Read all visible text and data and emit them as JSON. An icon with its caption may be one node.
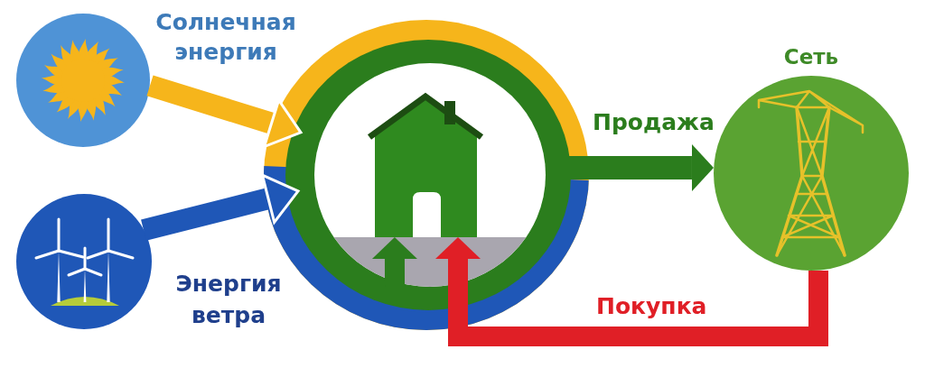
{
  "diagram": {
    "nodes": [
      {
        "text": [],
        "shape": "circle",
        "beside": [
          "Солнечная энергия"
        ]
      },
      {
        "text": [],
        "shape": "circle",
        "beside": [
          "Энергия ветра"
        ]
      },
      {
        "text": [],
        "shape": "ring"
      },
      {
        "text": [],
        "shape": "house",
        "in": 2
      },
      {
        "text": [
          "Сеть"
        ]
      }
    ],
    "edges": [
      {
        "from": 0,
        "to": 2,
        "arrow": "to",
        "color": "#f6b51b"
      },
      {
        "from": 1,
        "to": 2,
        "arrow": "to",
        "color": "#1f57b7"
      },
      {
        "from": 2,
        "to": 4,
        "arrow": "to",
        "label": "Продажа"
      },
      {
        "from": 4,
        "to": 3,
        "arrow": "to",
        "label": "Покупка",
        "color": "#e01f26"
      },
      {
        "from": 2,
        "to": 3,
        "arrow": "to"
      }
    ]
  }
}
